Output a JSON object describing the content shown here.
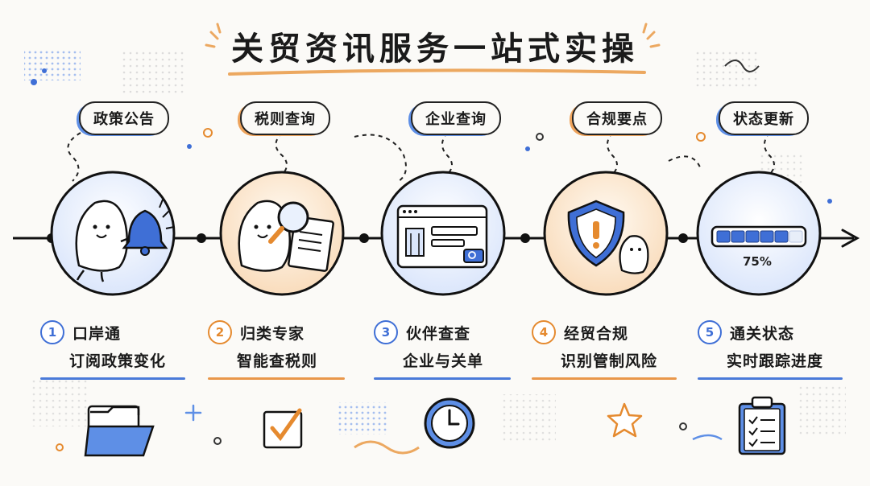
{
  "title": "关贸资讯服务一站式实操",
  "colors": {
    "blue": "#3f6fd6",
    "orange": "#e58a2f",
    "ink": "#1a1a1a"
  },
  "stages": [
    {
      "tag": "政策公告",
      "num": "1",
      "line1": "口岸通",
      "line2": "订阅政策变化",
      "accent": "blue",
      "icon": "bell-icon",
      "bottom_icon": "folder-icon"
    },
    {
      "tag": "税则查询",
      "num": "2",
      "line1": "归类专家",
      "line2": "智能查税则",
      "accent": "orange",
      "icon": "magnifier-document-icon",
      "bottom_icon": "checkbox-icon"
    },
    {
      "tag": "企业查询",
      "num": "3",
      "line1": "伙伴查查",
      "line2": "企业与关单",
      "accent": "blue",
      "icon": "browser-building-icon",
      "bottom_icon": "clock-icon"
    },
    {
      "tag": "合规要点",
      "num": "4",
      "line1": "经贸合规",
      "line2": "识别管制风险",
      "accent": "orange",
      "icon": "shield-warning-icon",
      "bottom_icon": "star-icon"
    },
    {
      "tag": "状态更新",
      "num": "5",
      "line1": "通关状态",
      "line2": "实时跟踪进度",
      "accent": "blue",
      "icon": "progress-bar-icon",
      "bottom_icon": "clipboard-checklist-icon",
      "progress_label": "75%",
      "progress_value": 0.75
    }
  ]
}
